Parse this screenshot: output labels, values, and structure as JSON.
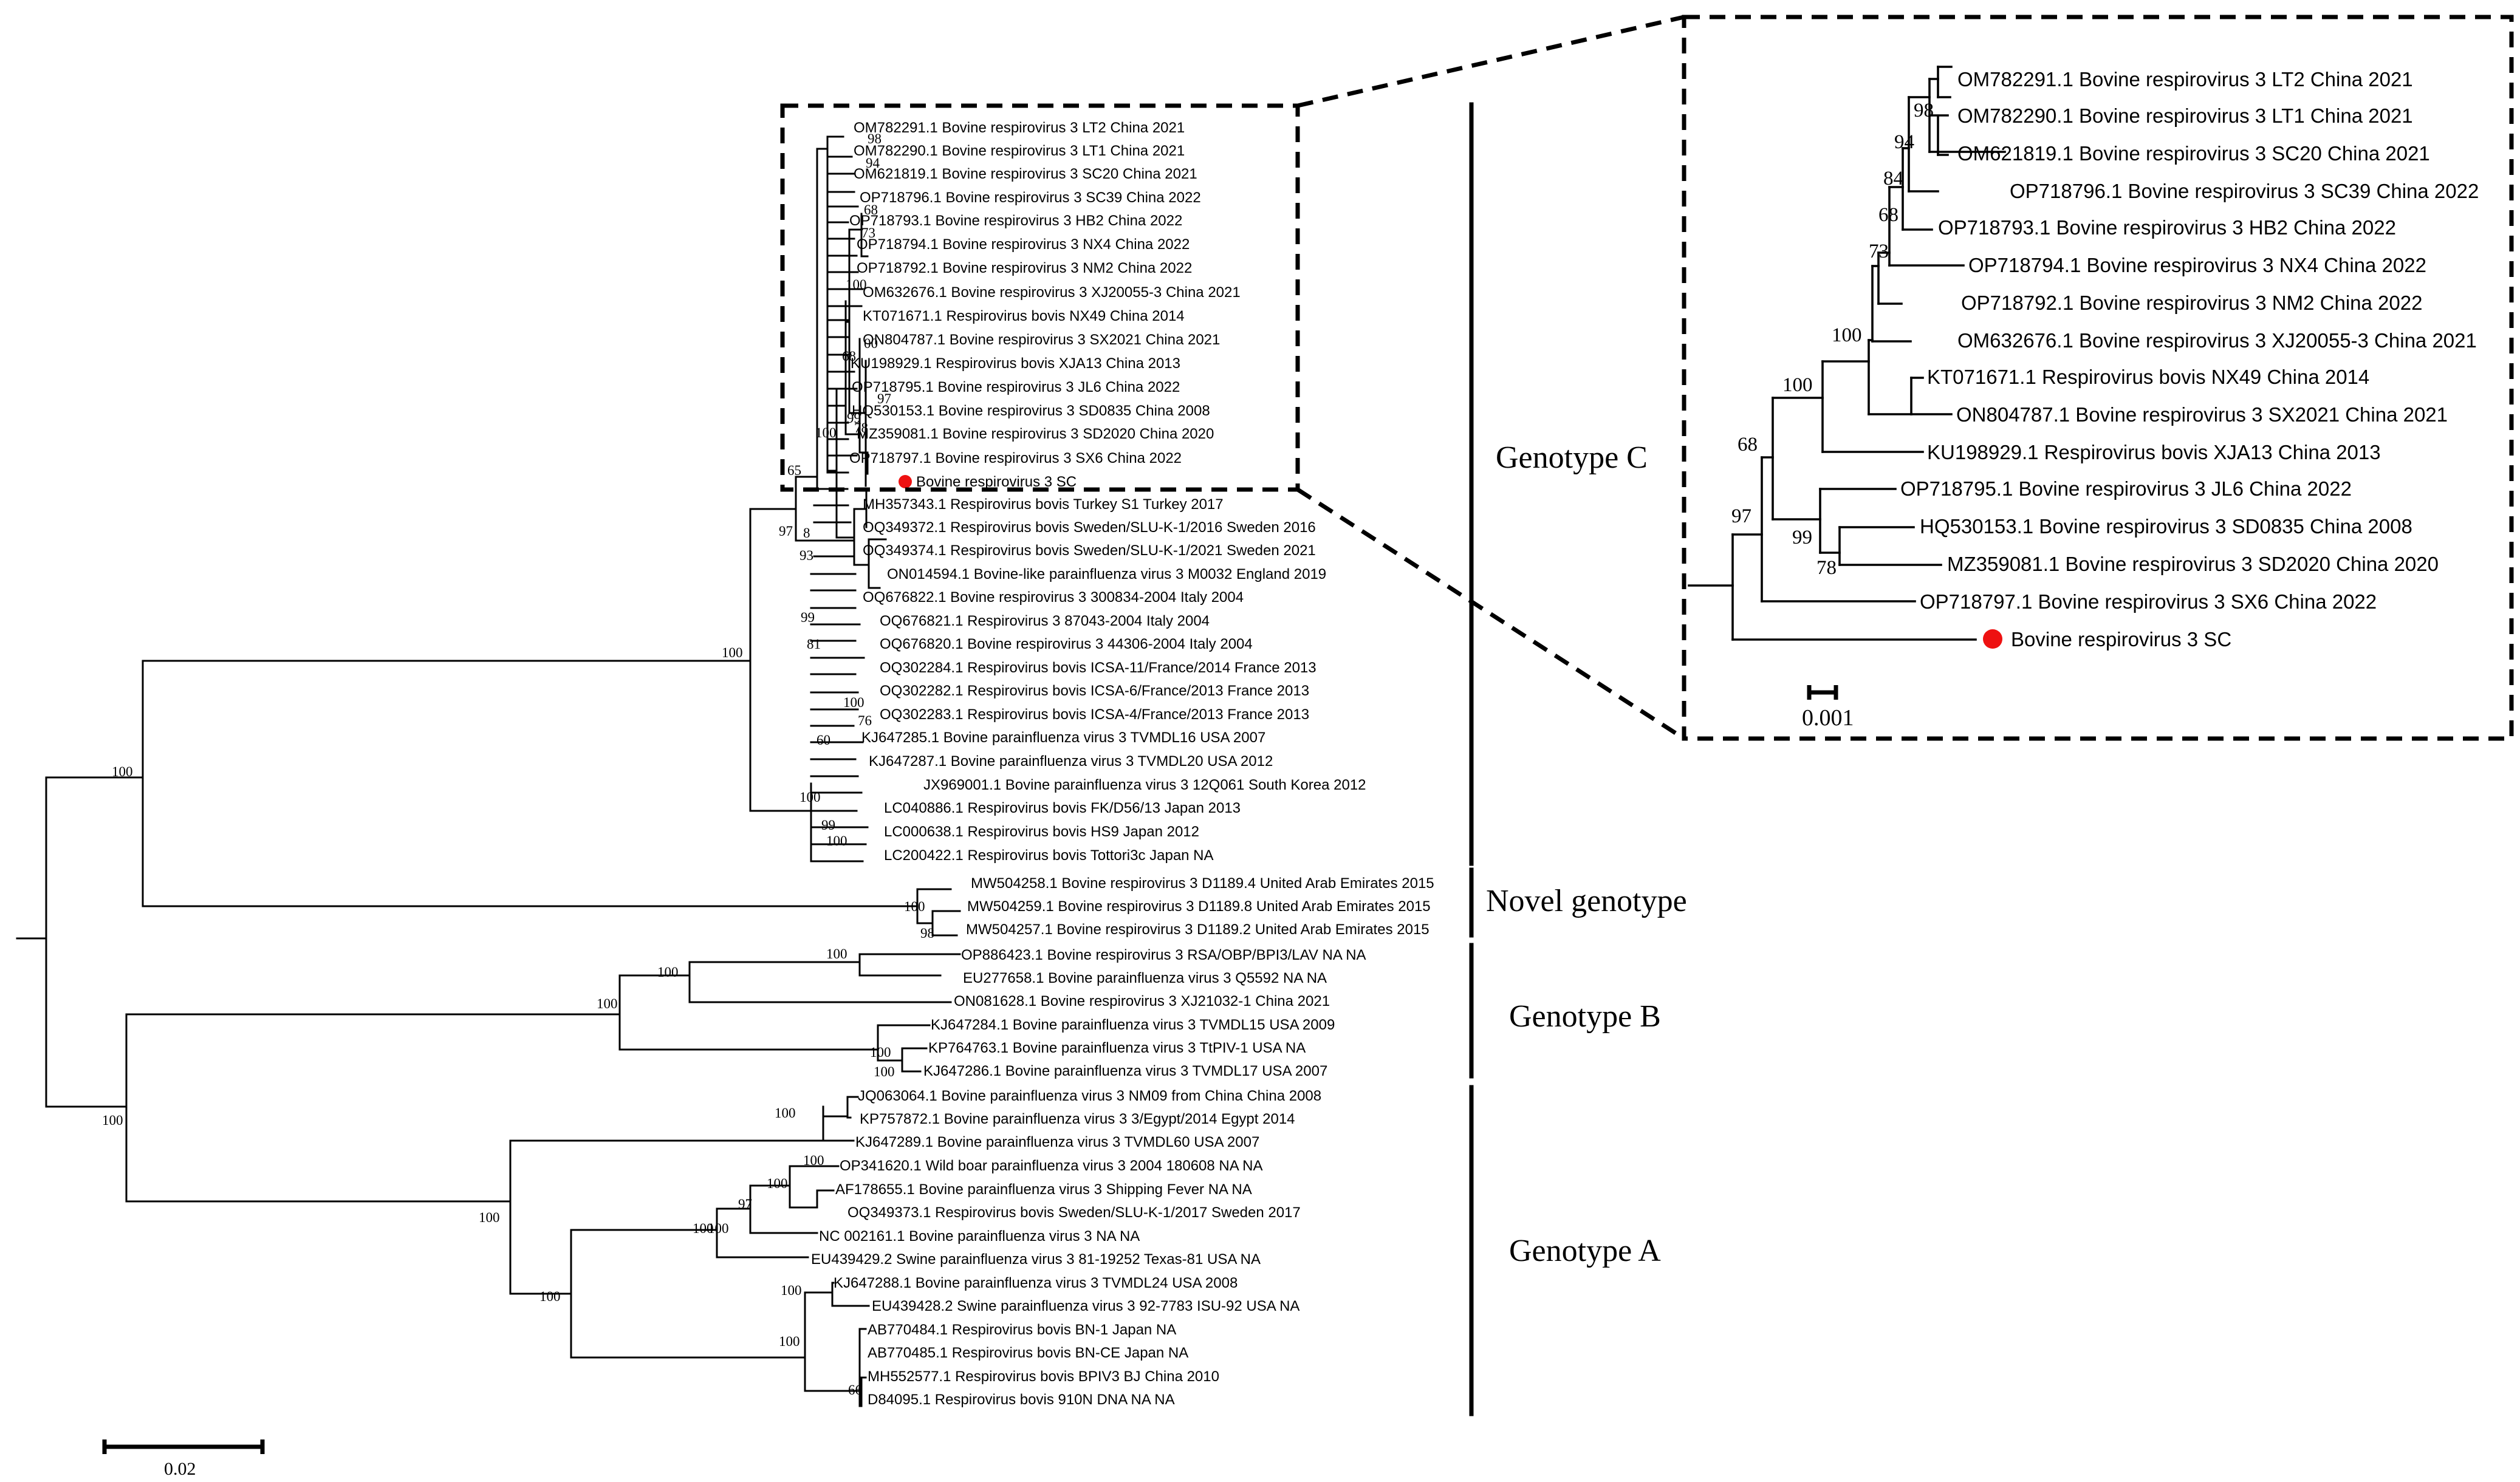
{
  "main_tree": {
    "leaves": [
      "OM782291.1 Bovine respirovirus 3 LT2 China 2021",
      "OM782290.1 Bovine respirovirus 3 LT1 China 2021",
      "OM621819.1 Bovine respirovirus 3 SC20 China 2021",
      "OP718796.1 Bovine respirovirus 3 SC39 China 2022",
      "OP718793.1 Bovine respirovirus 3 HB2 China 2022",
      "OP718794.1 Bovine respirovirus 3 NX4 China 2022",
      "OP718792.1 Bovine respirovirus 3 NM2 China 2022",
      "OM632676.1 Bovine respirovirus 3 XJ20055-3 China 2021",
      "KT071671.1 Respirovirus bovis NX49 China 2014",
      "ON804787.1 Bovine respirovirus 3 SX2021 China 2021",
      "KU198929.1 Respirovirus bovis XJA13 China 2013",
      "OP718795.1 Bovine respirovirus 3 JL6 China 2022",
      "HQ530153.1 Bovine respirovirus 3 SD0835 China 2008",
      "MZ359081.1 Bovine respirovirus 3 SD2020 China 2020",
      "OP718797.1 Bovine respirovirus 3 SX6 China 2022",
      "Bovine respirovirus 3 SC",
      "MH357343.1 Respirovirus bovis Turkey S1 Turkey 2017",
      "OQ349372.1 Respirovirus bovis Sweden/SLU-K-1/2016 Sweden 2016",
      "OQ349374.1 Respirovirus bovis Sweden/SLU-K-1/2021 Sweden 2021",
      "ON014594.1 Bovine-like parainfluenza virus 3 M0032 England 2019",
      "OQ676822.1 Bovine respirovirus 3 300834-2004 Italy 2004",
      "OQ676821.1 Respirovirus 3 87043-2004 Italy 2004",
      "OQ676820.1 Bovine respirovirus 3 44306-2004 Italy 2004",
      "OQ302284.1 Respirovirus bovis ICSA-11/France/2014 France 2013",
      "OQ302282.1 Respirovirus bovis ICSA-6/France/2013 France 2013",
      "OQ302283.1 Respirovirus bovis ICSA-4/France/2013 France 2013",
      "KJ647285.1 Bovine parainfluenza virus 3 TVMDL16 USA 2007",
      "KJ647287.1 Bovine parainfluenza virus 3 TVMDL20 USA 2012",
      "JX969001.1 Bovine parainfluenza virus 3 12Q061 South Korea 2012",
      "LC040886.1 Respirovirus bovis FK/D56/13 Japan 2013",
      "LC000638.1 Respirovirus bovis HS9 Japan 2012",
      "LC200422.1 Respirovirus bovis Tottori3c Japan NA",
      "MW504258.1 Bovine respirovirus 3 D1189.4 United Arab Emirates 2015",
      "MW504259.1 Bovine respirovirus 3 D1189.8 United Arab Emirates 2015",
      "MW504257.1 Bovine respirovirus 3 D1189.2 United Arab Emirates 2015",
      "OP886423.1 Bovine respirovirus 3 RSA/OBP/BPI3/LAV NA NA",
      "EU277658.1 Bovine parainfluenza virus 3 Q5592 NA NA",
      "ON081628.1 Bovine respirovirus 3 XJ21032-1 China 2021",
      "KJ647284.1 Bovine parainfluenza virus 3 TVMDL15 USA 2009",
      "KP764763.1 Bovine parainfluenza virus 3 TtPIV-1 USA NA",
      "KJ647286.1 Bovine parainfluenza virus 3 TVMDL17 USA 2007",
      "JQ063064.1 Bovine parainfluenza virus 3 NM09 from China China 2008",
      "KP757872.1 Bovine parainfluenza virus 3 3/Egypt/2014 Egypt 2014",
      "KJ647289.1 Bovine parainfluenza virus 3 TVMDL60 USA 2007",
      "OP341620.1 Wild boar parainfluenza virus 3 2004 180608 NA NA",
      "AF178655.1 Bovine parainfluenza virus 3 Shipping Fever NA NA",
      "OQ349373.1 Respirovirus bovis Sweden/SLU-K-1/2017 Sweden 2017",
      "NC 002161.1 Bovine parainfluenza virus 3 NA NA",
      "EU439429.2 Swine parainfluenza virus 3 81-19252 Texas-81 USA NA",
      "KJ647288.1 Bovine parainfluenza virus 3 TVMDL24 USA 2008",
      "EU439428.2 Swine parainfluenza virus 3 92-7783 ISU-92 USA NA",
      "AB770484.1 Respirovirus bovis BN-1 Japan NA",
      "AB770485.1 Respirovirus bovis BN-CE Japan NA",
      "MH552577.1 Respirovirus bovis BPIV3 BJ China 2010",
      "D84095.1 Respirovirus bovis 910N DNA NA NA"
    ],
    "bootstrap": [
      "98",
      "94",
      "68",
      "73",
      "100",
      "00",
      "68",
      "97",
      "99",
      "78",
      "100",
      "65",
      "97",
      "8",
      "93",
      "99",
      "81",
      "100",
      "76",
      "60",
      "100",
      "99",
      "100",
      "100",
      "98",
      "100",
      "100",
      "100",
      "100",
      "100",
      "100",
      "100",
      "100",
      "97",
      "100",
      "100",
      "100",
      "100",
      "66",
      "100"
    ],
    "scale_label": "0.02"
  },
  "zoom_tree": {
    "leaves": [
      "OM782291.1 Bovine respirovirus 3 LT2 China 2021",
      "OM782290.1 Bovine respirovirus 3 LT1 China 2021",
      "OM621819.1 Bovine respirovirus 3 SC20 China 2021",
      "OP718796.1 Bovine respirovirus 3 SC39 China 2022",
      "OP718793.1 Bovine respirovirus 3 HB2 China 2022",
      "OP718794.1 Bovine respirovirus 3 NX4 China 2022",
      "OP718792.1 Bovine respirovirus 3 NM2 China 2022",
      "OM632676.1 Bovine respirovirus 3 XJ20055-3 China 2021",
      "KT071671.1 Respirovirus bovis NX49 China 2014",
      "ON804787.1 Bovine respirovirus 3 SX2021 China 2021",
      "KU198929.1 Respirovirus bovis XJA13 China 2013",
      "OP718795.1 Bovine respirovirus 3 JL6 China 2022",
      "HQ530153.1 Bovine respirovirus 3 SD0835 China 2008",
      "MZ359081.1 Bovine respirovirus 3 SD2020 China 2020",
      "OP718797.1 Bovine respirovirus 3 SX6 China 2022",
      "Bovine respirovirus 3 SC"
    ],
    "bootstrap": [
      "98",
      "94",
      "84",
      "68",
      "73",
      "100",
      "100",
      "68",
      "97",
      "99",
      "78"
    ],
    "scale_label": "0.001"
  },
  "genotypes": [
    "Genotype C",
    "Novel genotype",
    "Genotype B",
    "Genotype A"
  ],
  "colors": {
    "highlight_marker": "#ee1111",
    "lines": "#000000"
  }
}
